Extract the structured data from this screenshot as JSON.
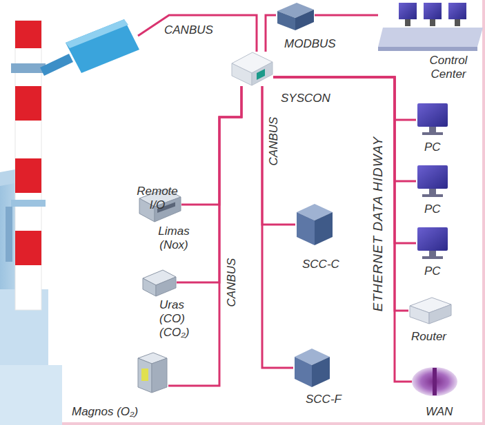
{
  "diagram": {
    "nodes": [
      {
        "text": [
          "Control Center"
        ]
      },
      {
        "text": [
          "MODBUS"
        ]
      },
      {
        "text": [
          "SYSCON"
        ]
      },
      {
        "text": [
          "Limas (Nox)"
        ]
      },
      {
        "text": [
          "Uras (CO) (CO₂)"
        ]
      },
      {
        "text": [
          "Magnos (O₂)"
        ]
      },
      {
        "text": [
          "SCC-C"
        ]
      },
      {
        "text": [
          "SCC-F"
        ]
      },
      {
        "text": [
          "PC"
        ]
      },
      {
        "text": [
          "PC"
        ]
      },
      {
        "text": [
          "PC"
        ]
      },
      {
        "text": [
          "Router"
        ]
      },
      {
        "text": [
          "WAN"
        ]
      }
    ],
    "edges": [
      {
        "from": 2,
        "to": 1,
        "arrow": "none"
      },
      {
        "from": 1,
        "to": 0,
        "arrow": "none"
      },
      {
        "from": 2,
        "to": 3,
        "arrow": "none"
      },
      {
        "from": 2,
        "to": 4,
        "arrow": "none"
      },
      {
        "from": 2,
        "to": 5,
        "label": "CANBUS",
        "arrow": "none"
      },
      {
        "from": 2,
        "to": 6,
        "arrow": "none"
      },
      {
        "from": 2,
        "to": 7,
        "label": "CANBUS",
        "arrow": "none"
      },
      {
        "from": 2,
        "to": 8,
        "arrow": "none"
      },
      {
        "from": 2,
        "to": 9,
        "arrow": "none"
      },
      {
        "from": 2,
        "to": 10,
        "arrow": "none"
      },
      {
        "from": 2,
        "to": 11,
        "arrow": "none"
      },
      {
        "from": 2,
        "to": 12,
        "label": "ETHERNET DATA HIDWAY",
        "arrow": "none"
      }
    ],
    "labels": [
      "Remote I/O",
      "CANBUS"
    ]
  }
}
